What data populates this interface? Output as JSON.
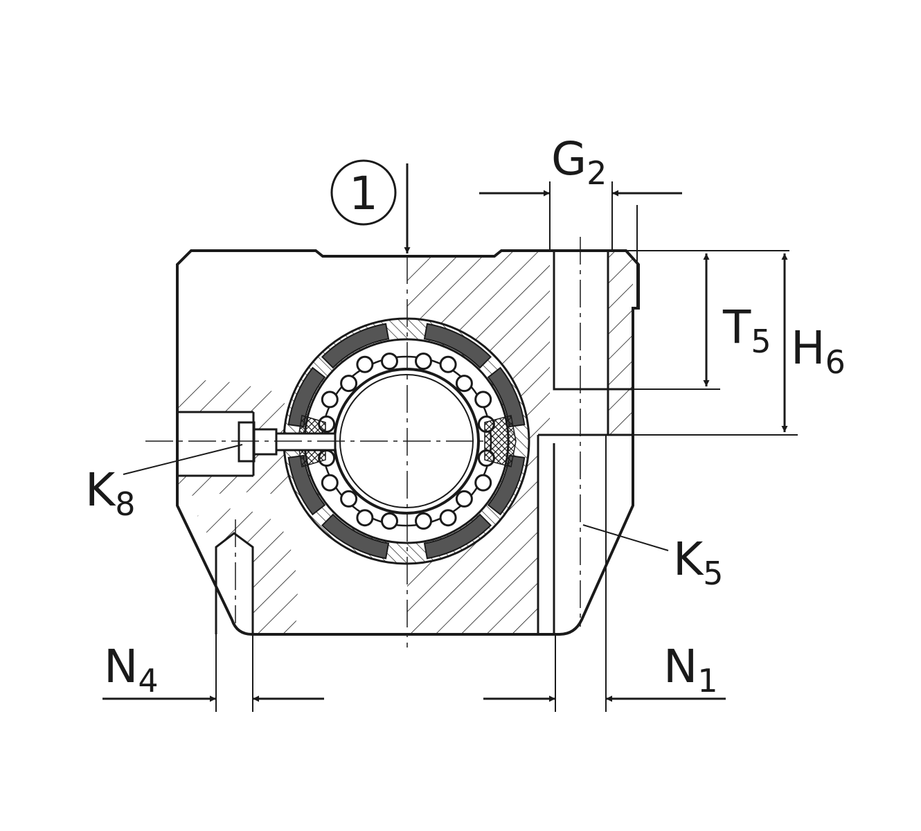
{
  "labels": {
    "callout": "1",
    "g2": {
      "main": "G",
      "sub": "2"
    },
    "t5": {
      "main": "T",
      "sub": "5"
    },
    "h6": {
      "main": "H",
      "sub": "6"
    },
    "k8": {
      "main": "K",
      "sub": "8"
    },
    "k5": {
      "main": "K",
      "sub": "5"
    },
    "n4": {
      "main": "N",
      "sub": "4"
    },
    "n1": {
      "main": "N",
      "sub": "1"
    }
  },
  "colors": {
    "ink": "#1a1a1a",
    "paper": "#ffffff",
    "seal": "#555555"
  }
}
